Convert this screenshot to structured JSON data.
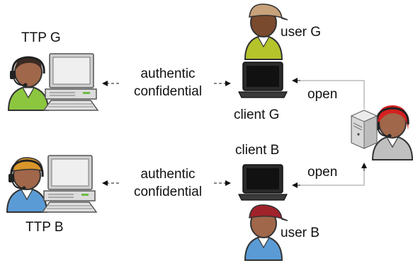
{
  "labels": {
    "ttp_g": "TTP G",
    "ttp_b": "TTP B",
    "user_g": "user G",
    "user_b": "user B",
    "client_g": "client G",
    "client_b": "client B",
    "link_top_line1": "authentic",
    "link_top_line2": "confidential",
    "link_bottom_line1": "authentic",
    "link_bottom_line2": "confidential",
    "open_top": "open",
    "open_bottom": "open"
  },
  "colors": {
    "ttp_g_shirt": "#8cc63f",
    "user_g_shirt": "#b5c42b",
    "ttp_b_shirt": "#5b9bd5",
    "user_b_shirt": "#5b9bd5",
    "server_person_shirt": "#c0c0c0",
    "server_person_hair": "#d42020",
    "user_g_cap": "#c8a27a",
    "ttp_b_cap": "#d9962a",
    "user_b_cap": "#a0222a",
    "skin": "#a0674a"
  },
  "icons": {
    "ttp_g": "headset-person-icon",
    "ttp_b": "headset-person-icon",
    "server_person": "headset-person-icon",
    "user_g": "person-icon",
    "user_b": "person-icon",
    "desktop": "desktop-computer-icon",
    "laptop": "laptop-icon",
    "server": "server-tower-icon"
  }
}
